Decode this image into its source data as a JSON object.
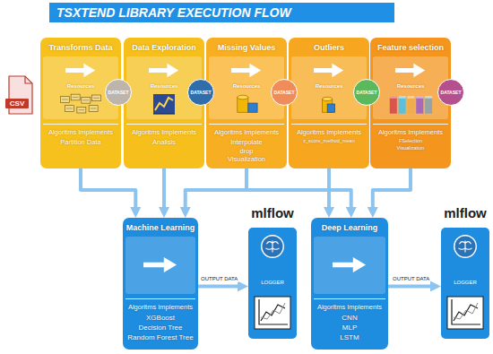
{
  "diagram": {
    "title": "TSXTEND LIBRARY EXECUTION FLOW",
    "nodes": [
      {
        "text": [
          "CSV"
        ]
      },
      {
        "text": [
          "Transforms Data",
          "Resources",
          "Algoritms Implements",
          "Partition Data"
        ]
      },
      {
        "text": [
          "DATASET"
        ]
      },
      {
        "text": [
          "Data Exploration",
          "Resources",
          "Algoritms Implements",
          "Analisis"
        ]
      },
      {
        "text": [
          "DATASET"
        ]
      },
      {
        "text": [
          "Missing Values",
          "Resources",
          "Algoritms Implements",
          "Interpolate",
          "drop",
          "Visualization"
        ]
      },
      {
        "text": [
          "DATASET"
        ]
      },
      {
        "text": [
          "Outliers",
          "Resources",
          "Algoritms Implements",
          "z_score_method_mean"
        ]
      },
      {
        "text": [
          "DATASET"
        ]
      },
      {
        "text": [
          "Feature selection",
          "Resources",
          "Algoritms Implements",
          "FSelection",
          "Visualization"
        ]
      },
      {
        "text": [
          "DATASET"
        ]
      },
      {
        "text": [
          "Machine Learning",
          "Algoritms Implements",
          "XGBoost",
          "Decision Tree",
          "Random Forest Tree"
        ]
      },
      {
        "text": [
          "mlflow",
          "LOGGER"
        ]
      },
      {
        "text": [
          "Deep Learning",
          "Algoritms Implements",
          "CNN",
          "MLP",
          "LSTM"
        ]
      },
      {
        "text": [
          "mlflow",
          "LOGGER"
        ]
      }
    ],
    "edges": [
      {
        "from": 1,
        "to": 11,
        "arrow": "to"
      },
      {
        "from": 3,
        "to": 11,
        "arrow": "to"
      },
      {
        "from": 5,
        "to": 11,
        "arrow": "to"
      },
      {
        "from": 5,
        "to": 13,
        "arrow": "to"
      },
      {
        "from": 7,
        "to": 13,
        "arrow": "to"
      },
      {
        "from": 9,
        "to": 13,
        "arrow": "to"
      },
      {
        "from": 11,
        "to": 12,
        "label": "OUTPUT DATA",
        "arrow": "to"
      },
      {
        "from": 13,
        "to": 14,
        "label": "OUTPUT DATA",
        "arrow": "to"
      }
    ]
  }
}
